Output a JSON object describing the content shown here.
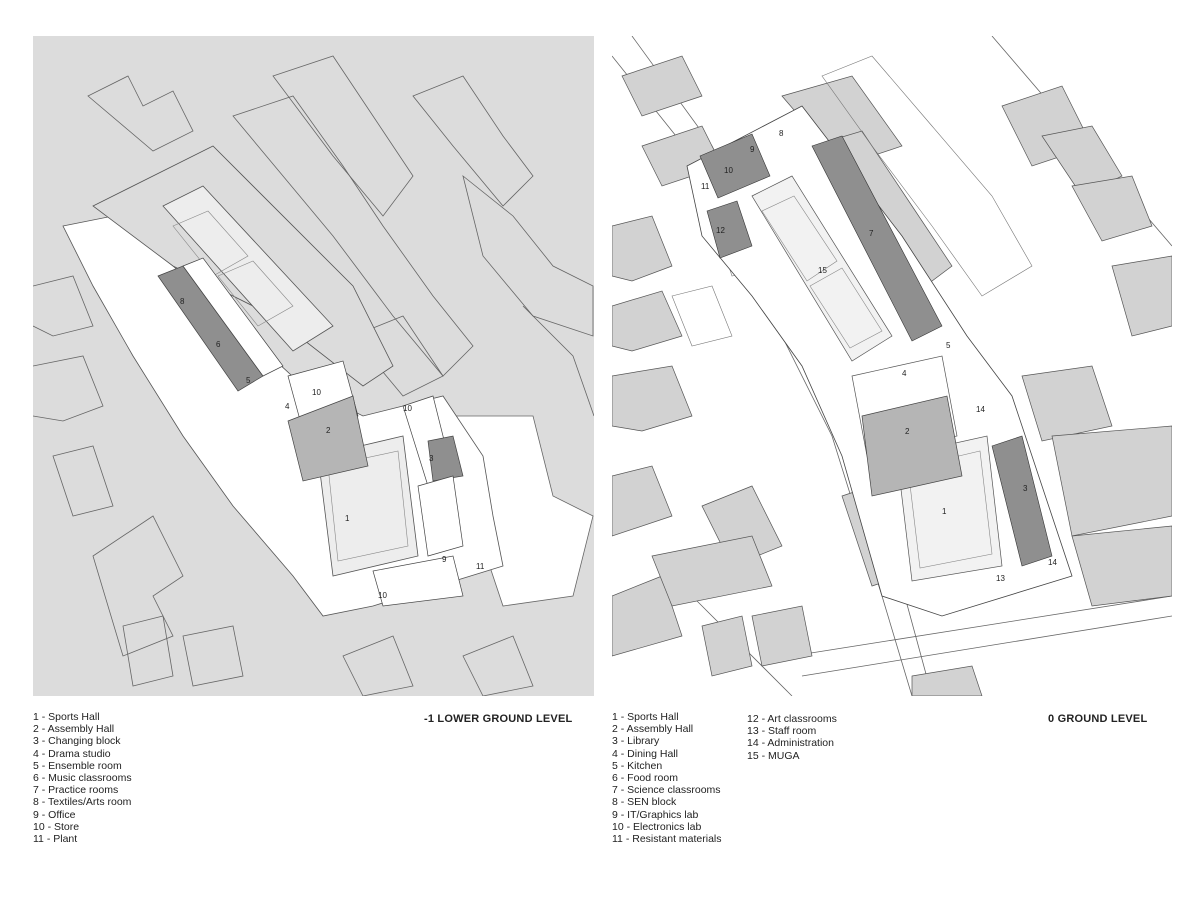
{
  "lower_level": {
    "title": "-1 LOWER GROUND LEVEL",
    "legend": [
      "1  - Sports Hall",
      "2  - Assembly Hall",
      "3  - Changing block",
      "4  - Drama studio",
      "5  - Ensemble room",
      "6  - Music classrooms",
      "7  - Practice rooms",
      "8  - Textiles/Arts room",
      "9  - Office",
      "10 - Store",
      "11 - Plant"
    ],
    "plan_labels": [
      "1",
      "2",
      "3",
      "4",
      "5",
      "6",
      "8",
      "9",
      "10",
      "10",
      "10",
      "11"
    ]
  },
  "ground_level": {
    "title": "0 GROUND LEVEL",
    "legend_col1": [
      "1  - Sports Hall",
      "2  - Assembly Hall",
      "3  - Library",
      "4  - Dining Hall",
      "5  - Kitchen",
      "6  - Food room",
      "7  - Science classrooms",
      "8  - SEN block",
      "9  - IT/Graphics lab",
      "10 - Electronics lab",
      "11 - Resistant materials"
    ],
    "legend_col2": [
      "12 - Art classrooms",
      "13 - Staff room",
      "14 - Administration",
      "15 - MUGA"
    ],
    "plan_labels": [
      "1",
      "2",
      "3",
      "4",
      "5",
      "7",
      "8",
      "9",
      "10",
      "11",
      "12",
      "13",
      "14",
      "14",
      "15"
    ]
  },
  "colors": {
    "site_grey": "#dcdcdc",
    "building_grey": "#d2d2d2",
    "highlight_dark": "#8f8f8f",
    "highlight_mid": "#b5b5b5",
    "line": "#555555",
    "paper": "#ffffff"
  }
}
